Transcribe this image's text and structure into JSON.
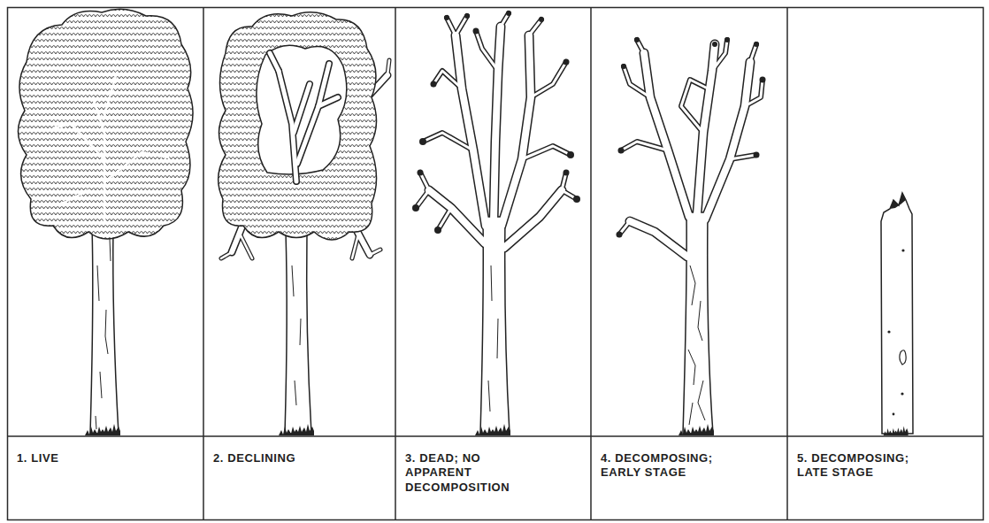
{
  "diagram": {
    "nodes": [
      {
        "text": [
          "1. LIVE"
        ]
      },
      {
        "text": [
          "2. DECLINING"
        ]
      },
      {
        "text": [
          "3. DEAD; NO APPARENT DECOMPOSITION"
        ]
      },
      {
        "text": [
          "4. DECOMPOSING; EARLY STAGE"
        ]
      },
      {
        "text": [
          "5. DECOMPOSING; LATE STAGE"
        ]
      }
    ]
  }
}
